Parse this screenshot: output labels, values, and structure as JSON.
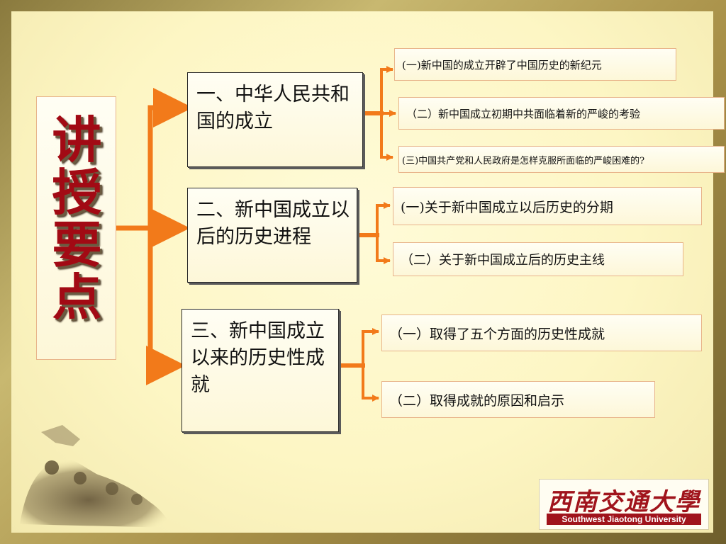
{
  "title": "讲授要点",
  "sections": [
    {
      "label": "一、中华人民共和国的成立",
      "items": [
        "(一)新中国的成立开辟了中国历史的新纪元",
        "（二）新中国成立初期中共面临着新的严峻的考验",
        "(三)中国共产党和人民政府是怎样克服所面临的严峻困难的?"
      ]
    },
    {
      "label": "二、新中国成立以后的历史进程",
      "items": [
        "(一)关于新中国成立以后历史的分期",
        "（二）关于新中国成立后的历史主线"
      ]
    },
    {
      "label": "三、新中国成立以来的历史性成就",
      "items": [
        "（一）取得了五个方面的历史性成就",
        "（二）取得成就的原因和启示"
      ]
    }
  ],
  "logo": {
    "cn": "西南交通大學",
    "en": "Southwest Jiaotong University"
  },
  "colors": {
    "arrow": "#f27a1a",
    "title": "#a20a14",
    "background": "#fdf6c4"
  }
}
